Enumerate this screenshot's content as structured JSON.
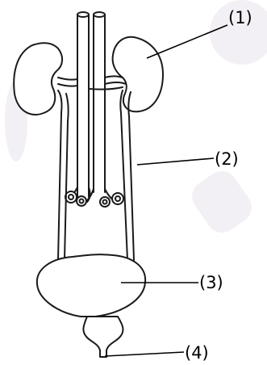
{
  "figure": {
    "labels": [
      "(1)",
      "(2)",
      "(3)",
      "(4)"
    ]
  },
  "colors": {
    "line": "#1a1a1a",
    "background": "#ffffff",
    "watermark": "#e9e4ec"
  }
}
